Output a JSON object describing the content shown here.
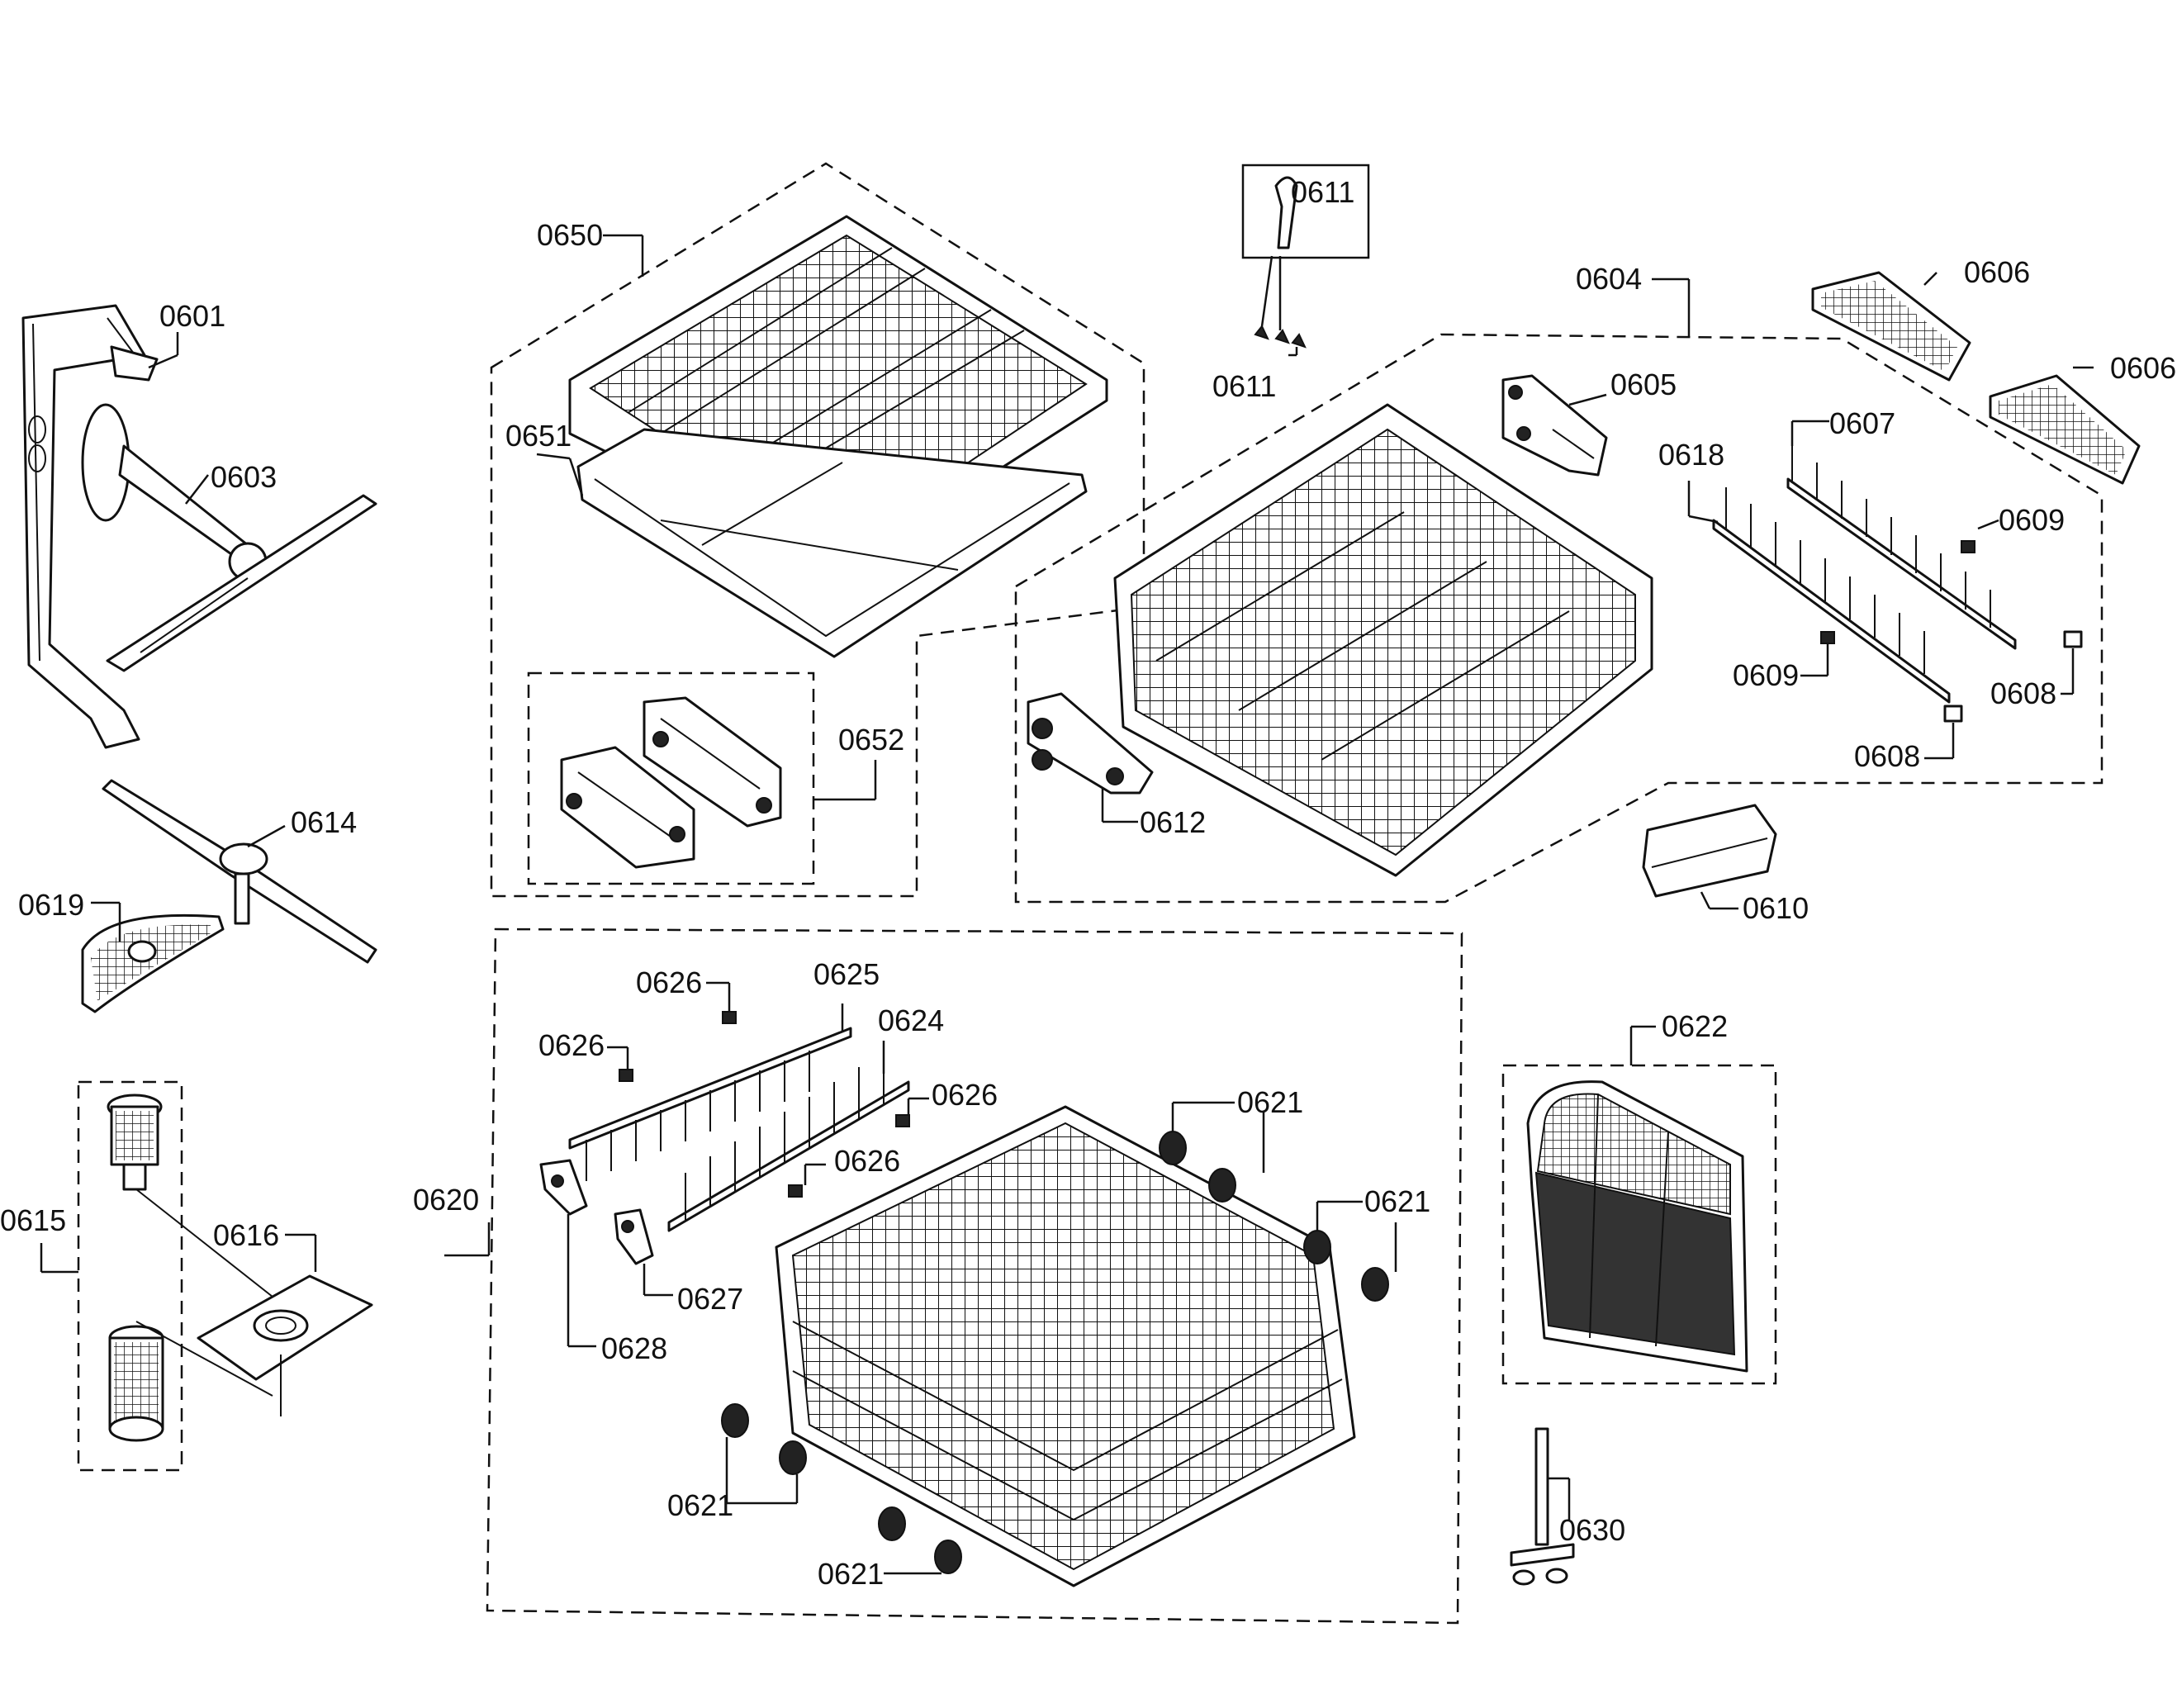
{
  "labels": {
    "p0601": "0601",
    "p0603": "0603",
    "p0614": "0614",
    "p0619": "0619",
    "p0615": "0615",
    "p0616": "0616",
    "p0650": "0650",
    "p0651": "0651",
    "p0652": "0652",
    "p0611a": "0611",
    "p0611b": "0611",
    "p0604": "0604",
    "p0605": "0605",
    "p0606a": "0606",
    "p0606b": "0606",
    "p0607": "0607",
    "p0618": "0618",
    "p0609a": "0609",
    "p0609b": "0609",
    "p0608a": "0608",
    "p0608b": "0608",
    "p0612": "0612",
    "p0610": "0610",
    "p0620": "0620",
    "p0625": "0625",
    "p0624": "0624",
    "p0626a": "0626",
    "p0626b": "0626",
    "p0626c": "0626",
    "p0626d": "0626",
    "p0627": "0627",
    "p0628": "0628",
    "p0621a": "0621",
    "p0621b": "0621",
    "p0621c": "0621",
    "p0621d": "0621",
    "p0622": "0622",
    "p0630": "0630"
  }
}
